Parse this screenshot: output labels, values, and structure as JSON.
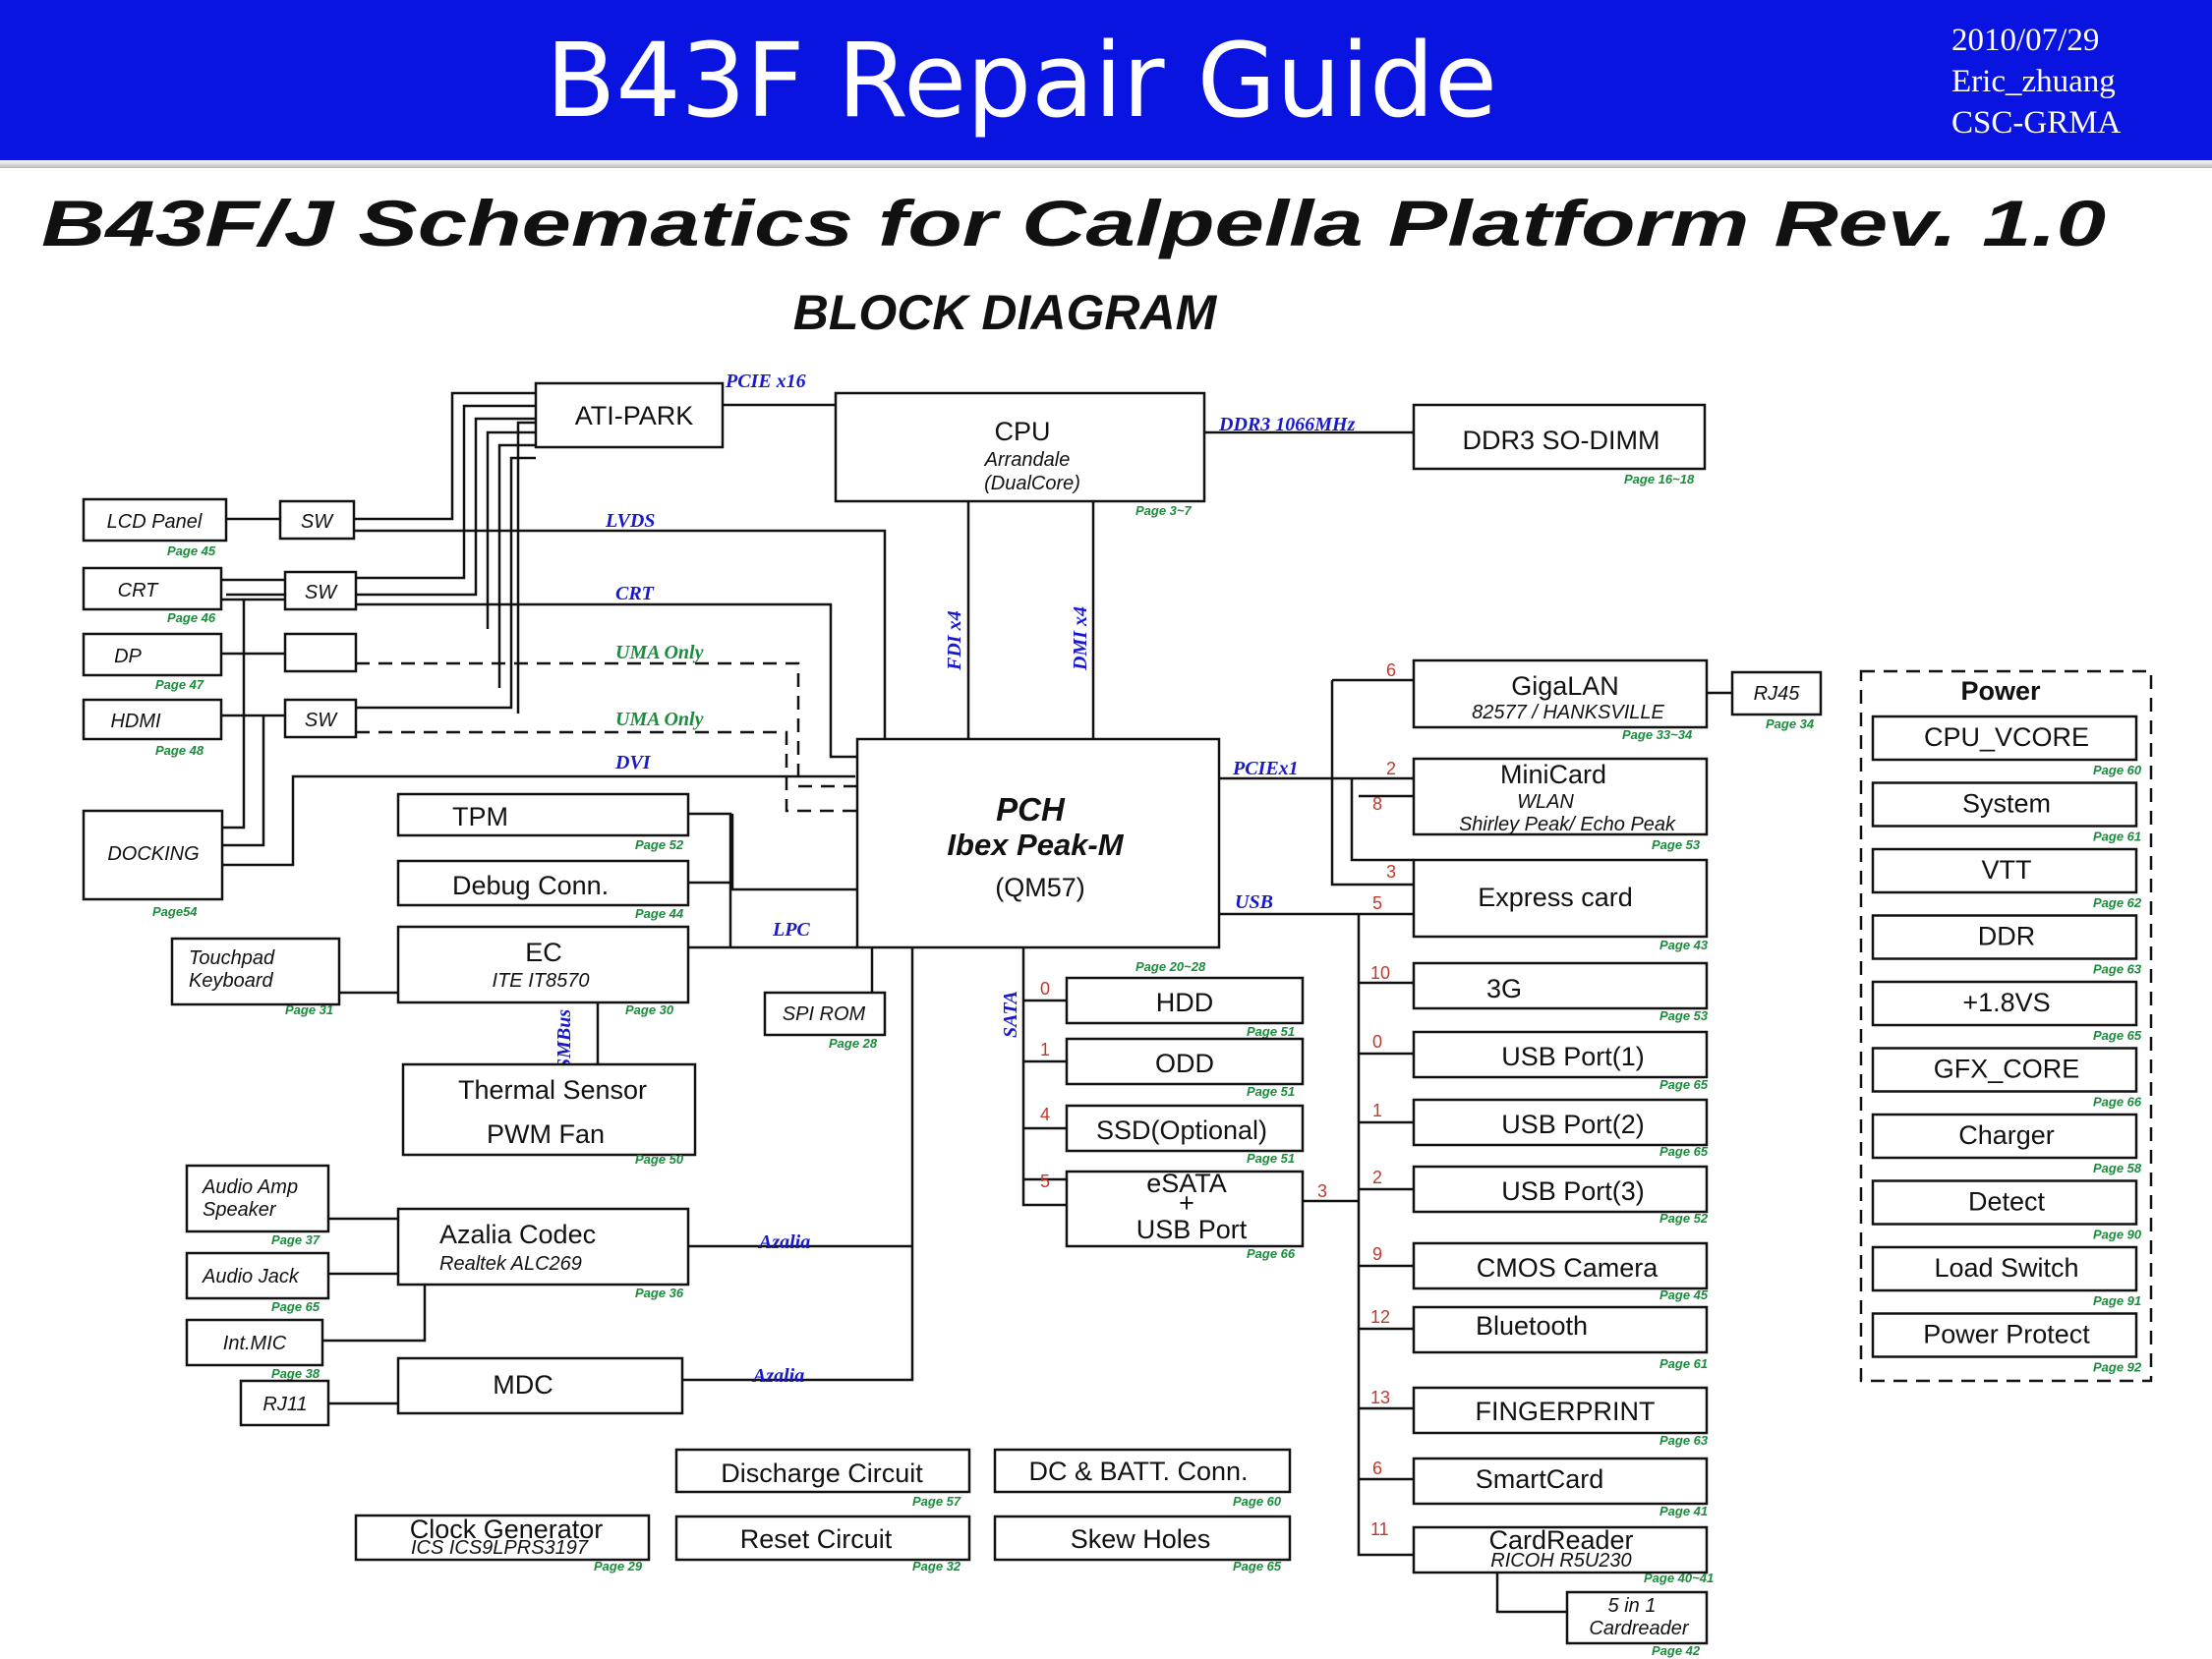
{
  "header": {
    "title": "B43F Repair Guide",
    "meta_lines": [
      "2010/07/29",
      "Eric_zhuang",
      "CSC-GRMA"
    ],
    "bg_color": "#0a14e0"
  },
  "diagram": {
    "heading": "B43F/J Schematics for Calpella Platform Rev. 1.0",
    "subheading": "BLOCK DIAGRAM",
    "blocks": {
      "ati_park": {
        "label": "ATI-PARK"
      },
      "cpu": {
        "label": "CPU",
        "sub1": "Arrandale",
        "sub2": "(DualCore)",
        "page": "Page 3~7"
      },
      "ddr3": {
        "label": "DDR3 SO-DIMM",
        "page": "Page 16~18"
      },
      "lcd_panel": {
        "label": "LCD Panel",
        "page": "Page 45"
      },
      "sw_lcd": {
        "label": "SW"
      },
      "crt": {
        "label": "CRT",
        "page": "Page 46"
      },
      "sw_crt": {
        "label": "SW"
      },
      "dp": {
        "label": "DP",
        "page": "Page 47"
      },
      "hdmi": {
        "label": "HDMI",
        "page": "Page 48"
      },
      "sw_hdmi": {
        "label": "SW"
      },
      "docking": {
        "label": "DOCKING",
        "page": "Page54"
      },
      "tpm": {
        "label": "TPM",
        "page": "Page 52"
      },
      "debug": {
        "label": "Debug Conn.",
        "page": "Page 44"
      },
      "pch": {
        "label1": "PCH",
        "label2": "Ibex Peak-M",
        "sub": "(QM57)",
        "page": "Page 20~28"
      },
      "touchpad": {
        "label1": "Touchpad",
        "label2": "Keyboard",
        "page": "Page 31"
      },
      "ec": {
        "label": "EC",
        "sub": "ITE IT8570",
        "page": "Page 30"
      },
      "spi_rom": {
        "label": "SPI ROM",
        "page": "Page 28"
      },
      "thermal": {
        "label1": "Thermal Sensor",
        "label2": "PWM Fan",
        "page": "Page 50"
      },
      "audio_amp": {
        "label1": "Audio Amp",
        "label2": "Speaker",
        "page": "Page 37"
      },
      "audio_jack": {
        "label": "Audio Jack",
        "page": "Page 65"
      },
      "int_mic": {
        "label": "Int.MIC",
        "page": "Page 38"
      },
      "rj11": {
        "label": "RJ11"
      },
      "codec": {
        "label": "Azalia Codec",
        "sub": "Realtek ALC269",
        "page": "Page 36"
      },
      "mdc": {
        "label": "MDC"
      },
      "hdd": {
        "label": "HDD",
        "page": "Page 51"
      },
      "odd": {
        "label": "ODD",
        "page": "Page 51"
      },
      "ssd": {
        "label": "SSD(Optional)",
        "page": "Page 51"
      },
      "esata": {
        "label1": "eSATA",
        "label2": "+",
        "label3": "USB Port",
        "page": "Page 66"
      },
      "gigalan": {
        "label": "GigaLAN",
        "sub": "82577 / HANKSVILLE",
        "page": "Page 33~34"
      },
      "rj45": {
        "label": "RJ45",
        "page": "Page 34"
      },
      "minicard": {
        "label1": "MiniCard",
        "label2": "WLAN",
        "label3": "Shirley Peak/ Echo Peak",
        "page": "Page 53"
      },
      "express": {
        "label": "Express card",
        "page": "Page 43"
      },
      "g3": {
        "label": "3G",
        "page": "Page 53"
      },
      "usb1": {
        "label": "USB Port(1)",
        "page": "Page 65"
      },
      "usb2": {
        "label": "USB Port(2)",
        "page": "Page 65"
      },
      "usb3": {
        "label": "USB Port(3)",
        "page": "Page 52"
      },
      "cmos": {
        "label": "CMOS Camera",
        "page": "Page 45"
      },
      "bluetooth": {
        "label": "Bluetooth",
        "page": "Page 61"
      },
      "finger": {
        "label": "FINGERPRINT",
        "page": "Page 63"
      },
      "smartcard": {
        "label": "SmartCard",
        "page": "Page 41"
      },
      "cardreader": {
        "label1": "CardReader",
        "label2": "RICOH R5U230",
        "page": "Page 40~41"
      },
      "five_in_one": {
        "label1": "5 in 1",
        "label2": "Cardreader",
        "page": "Page 42"
      },
      "discharge": {
        "label": "Discharge Circuit",
        "page": "Page 57"
      },
      "dc_batt": {
        "label": "DC & BATT. Conn.",
        "page": "Page 60"
      },
      "clock": {
        "label1": "Clock Generator",
        "label2": "ICS ICS9LPRS3197",
        "page": "Page 29"
      },
      "reset": {
        "label": "Reset Circuit",
        "page": "Page 32"
      },
      "skew": {
        "label": "Skew Holes",
        "page": "Page 65"
      }
    },
    "buses": {
      "pcie16": "PCIE x16",
      "ddr3": "DDR3  1066MHz",
      "lvds": "LVDS",
      "crt": "CRT",
      "uma1": "UMA Only",
      "uma2": "UMA Only",
      "dvi": "DVI",
      "fdi": "FDI x4",
      "dmi": "DMI x4",
      "pciex1": "PCIEx1",
      "usb": "USB",
      "lpc": "LPC",
      "sata": "SATA",
      "smbus": "SMBus",
      "azalia1": "Azalia",
      "azalia2": "Azalia"
    },
    "ports": {
      "gigalan": "6",
      "minicard_a": "2",
      "minicard_b": "8",
      "express_a": "3",
      "express_b": "5",
      "g3": "10",
      "usb1": "0",
      "usb2": "1",
      "usb3": "2",
      "cmos": "9",
      "bluetooth": "12",
      "finger": "13",
      "smartcard": "6",
      "cardreader": "11",
      "hdd": "0",
      "odd": "1",
      "ssd": "4",
      "esata": "5",
      "esata_usb": "3"
    },
    "power": {
      "title": "Power",
      "items": [
        {
          "label": "CPU_VCORE",
          "page": "Page 60"
        },
        {
          "label": "System",
          "page": "Page 61"
        },
        {
          "label": "VTT",
          "page": "Page 62"
        },
        {
          "label": "DDR",
          "page": "Page 63"
        },
        {
          "label": "+1.8VS",
          "page": "Page 65"
        },
        {
          "label": "GFX_CORE",
          "page": "Page 66"
        },
        {
          "label": "Charger",
          "page": "Page 58"
        },
        {
          "label": "Detect",
          "page": "Page 90"
        },
        {
          "label": "Load Switch",
          "page": "Page 91"
        },
        {
          "label": "Power Protect",
          "page": "Page 92"
        }
      ]
    }
  }
}
